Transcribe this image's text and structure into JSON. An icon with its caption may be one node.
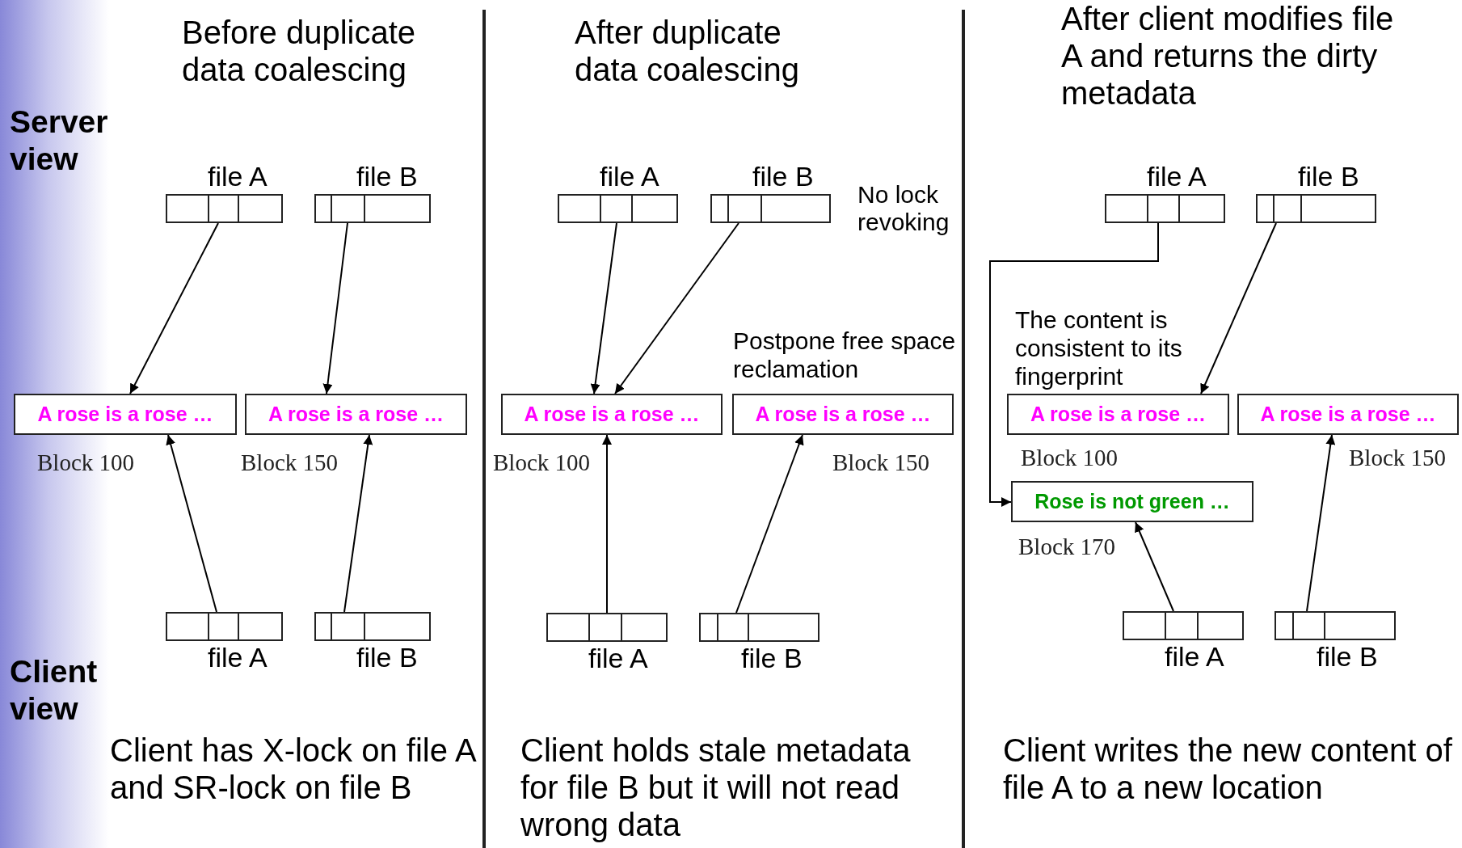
{
  "diagram": {
    "nodes": [
      {
        "text": [
          "file A"
        ]
      },
      {
        "text": [
          "file B"
        ]
      },
      {
        "text": [
          "A rose is a rose …"
        ],
        "beside": [
          "Block 100"
        ]
      },
      {
        "text": [
          "A rose is a rose …"
        ],
        "beside": [
          "Block 150"
        ]
      },
      {
        "text": [
          "file A"
        ]
      },
      {
        "text": [
          "file B"
        ]
      },
      {
        "text": [
          "file A"
        ]
      },
      {
        "text": [
          "file B"
        ]
      },
      {
        "text": [
          "A rose is a rose …"
        ],
        "beside": [
          "Block 100"
        ]
      },
      {
        "text": [
          "A rose is a rose …"
        ],
        "beside": [
          "Block 150"
        ]
      },
      {
        "text": [
          "file A"
        ]
      },
      {
        "text": [
          "file B"
        ]
      },
      {
        "text": [
          "file A"
        ]
      },
      {
        "text": [
          "file B"
        ]
      },
      {
        "text": [
          "A rose is a rose …"
        ],
        "beside": [
          "Block 100"
        ]
      },
      {
        "text": [
          "A rose is a rose …"
        ],
        "beside": [
          "Block 150"
        ]
      },
      {
        "text": [
          "Rose is not green …"
        ],
        "beside": [
          "Block 170"
        ]
      },
      {
        "text": [
          "file A"
        ]
      },
      {
        "text": [
          "file B"
        ]
      }
    ],
    "edges": [
      {
        "from": 0,
        "to": 2,
        "arrow": "to"
      },
      {
        "from": 1,
        "to": 3,
        "arrow": "to"
      },
      {
        "from": 4,
        "to": 2,
        "arrow": "to"
      },
      {
        "from": 5,
        "to": 3,
        "arrow": "to"
      },
      {
        "from": 6,
        "to": 8,
        "arrow": "to"
      },
      {
        "from": 7,
        "to": 8,
        "arrow": "to"
      },
      {
        "from": 10,
        "to": 8,
        "arrow": "to"
      },
      {
        "from": 11,
        "to": 9,
        "arrow": "to"
      },
      {
        "from": 12,
        "to": 16,
        "arrow": "to"
      },
      {
        "from": 13,
        "to": 14,
        "arrow": "to"
      },
      {
        "from": 17,
        "to": 16,
        "arrow": "to"
      },
      {
        "from": 18,
        "to": 15,
        "arrow": "to"
      }
    ],
    "labels": [
      "Before duplicate data coalescing",
      "After duplicate data coalescing",
      "After client modifies file A and returns the dirty metadata",
      "Server view",
      "No lock revoking",
      "Postpone free space reclamation",
      "The content is consistent to its fingerprint",
      "Client view",
      "Client has X-lock on file A and SR-lock on file B",
      "Client holds stale metadata for file B but it will not read wrong data",
      "Client writes the new content of file A to a new location"
    ]
  }
}
